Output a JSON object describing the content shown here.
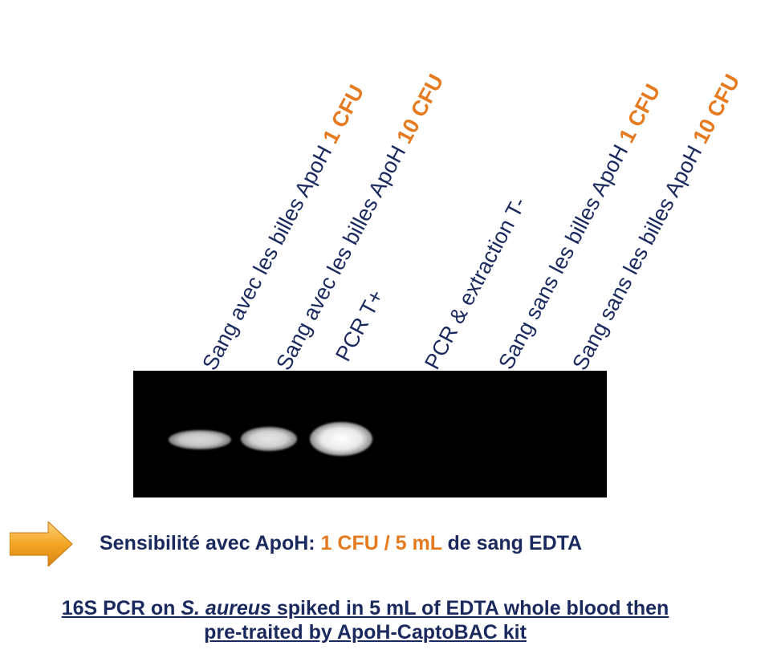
{
  "lanes": [
    {
      "text": "Sang avec les billes ApoH ",
      "cfu": "1 CFU"
    },
    {
      "text": "Sang avec les billes ApoH ",
      "cfu": "10 CFU"
    },
    {
      "text": "PCR T+",
      "cfu": ""
    },
    {
      "text": "PCR & extraction T-",
      "cfu": ""
    },
    {
      "text": "Sang sans les billes ApoH ",
      "cfu": "1 CFU"
    },
    {
      "text": "Sang sans les billes ApoH ",
      "cfu": "10 CFU"
    }
  ],
  "bands": [
    {
      "lane": 1,
      "intensity": "medium"
    },
    {
      "lane": 2,
      "intensity": "medium"
    },
    {
      "lane": 3,
      "intensity": "strong"
    }
  ],
  "sensitivity": {
    "prefix": "Sensibilité avec ApoH: ",
    "value1": "1 CFU",
    "sep": " / ",
    "value2": "5 mL",
    "suffix": " de sang EDTA"
  },
  "caption": {
    "part1": "16S PCR on ",
    "species": "S. aureus",
    "part2": " spiked in 5 mL of EDTA whole blood then",
    "line2": "pre-traited by ApoH-CaptoBAC kit"
  },
  "colors": {
    "navy": "#1b2a5e",
    "orange": "#e57a1e",
    "arrow": "#f5a623"
  }
}
